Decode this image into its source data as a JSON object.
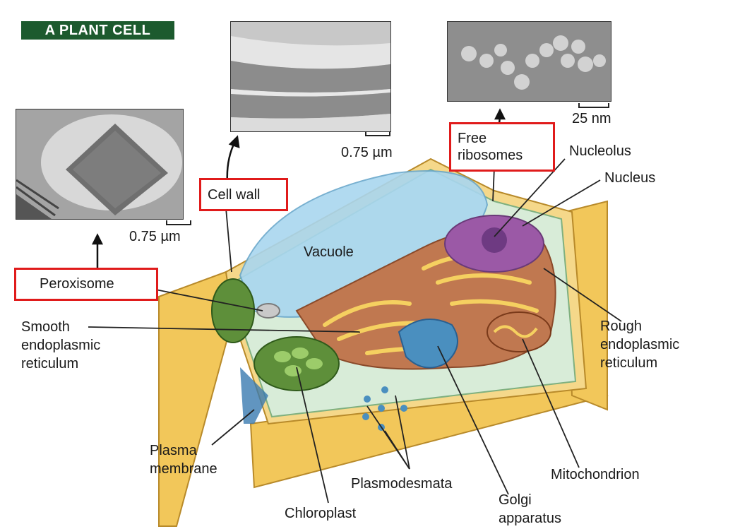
{
  "title": "A PLANT CELL",
  "scales": {
    "peroxisome": "0.75 µm",
    "cell_wall": "0.75 µm",
    "ribosomes": "25 nm"
  },
  "labels": {
    "peroxisome": "Peroxisome",
    "cell_wall": "Cell wall",
    "free_ribosomes_1": "Free",
    "free_ribosomes_2": "ribosomes",
    "nucleolus": "Nucleolus",
    "nucleus": "Nucleus",
    "vacuole": "Vacuole",
    "smooth_er_1": "Smooth",
    "smooth_er_2": "endoplasmic",
    "smooth_er_3": "reticulum",
    "rough_er_1": "Rough",
    "rough_er_2": "endoplasmic",
    "rough_er_3": "reticulum",
    "plasma_membrane_1": "Plasma",
    "plasma_membrane_2": "membrane",
    "plasmodesmata": "Plasmodesmata",
    "chloroplast": "Chloroplast",
    "golgi_1": "Golgi",
    "golgi_2": "apparatus",
    "mitochondrion": "Mitochondrion"
  },
  "colors": {
    "title_bg": "#1c5a2e",
    "highlight_box": "#e01b1b",
    "cell_wall": "#f2c75a",
    "vacuole": "#a9d6ef",
    "chloroplast": "#5e8f3a",
    "nucleus": "#9b59a6",
    "er": "#b5643d",
    "golgi": "#4a8fbf"
  }
}
